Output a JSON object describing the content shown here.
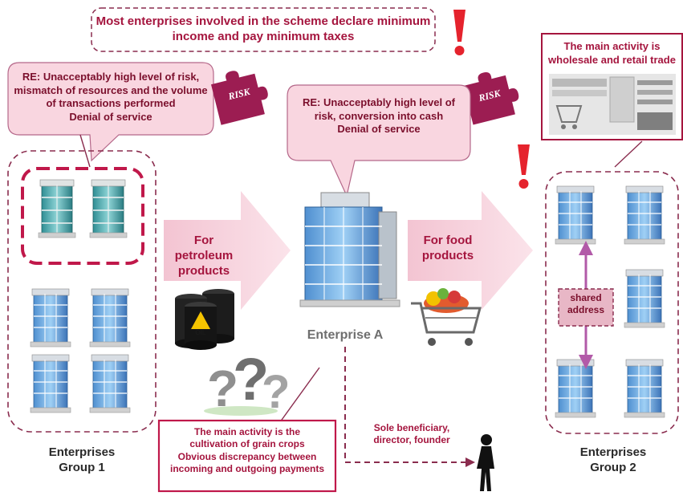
{
  "top_notice": {
    "line1": "Most enterprises involved in the scheme declare minimum",
    "line2": "income and pay minimum taxes"
  },
  "left_callout": {
    "line1": "RE: Unacceptably high level of risk,",
    "line2": "mismatch of resources and the volume",
    "line3": "of transactions performed",
    "line4": "Denial of service"
  },
  "center_callout": {
    "line1": "RE: Unacceptably high level of",
    "line2": "risk, conversion into cash",
    "line3": "Denial of service"
  },
  "risk_badge": "RISK",
  "top_right_box": {
    "line1": "The main activity is",
    "line2": "wholesale and retail trade"
  },
  "arrow_left": {
    "line1": "For petroleum",
    "line2": "products"
  },
  "arrow_right": {
    "line1": "For food",
    "line2": "products"
  },
  "oil_label": "OIL",
  "enterprise_a": "Enterprise A",
  "shared_address": {
    "line1": "shared",
    "line2": "address"
  },
  "bottom_box": {
    "line1": "The main activity is the",
    "line2": "cultivation of grain crops",
    "line3": "Obvious discrepancy between",
    "line4": "incoming and outgoing payments"
  },
  "beneficiary": {
    "line1": "Sole beneficiary,",
    "line2": "director, founder"
  },
  "group1": {
    "line1": "Enterprises",
    "line2": "Group 1"
  },
  "group2": {
    "line1": "Enterprises",
    "line2": "Group 2"
  },
  "colors": {
    "crimson": "#a5153e",
    "pink_fill": "#f9d6e0",
    "maroon_dash": "#8a2c4e",
    "purple_arrow": "#b25aa8",
    "warning_red": "#e5232d"
  }
}
